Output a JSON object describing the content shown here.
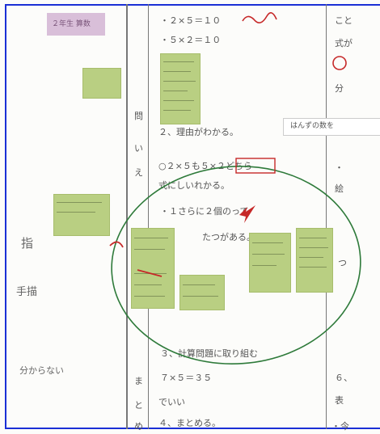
{
  "sheet": {
    "accent_color": "#1a2fd6",
    "sticky_color": "#b9cf82"
  },
  "printed": {
    "p1": "・２×５＝１０",
    "p2": "・５×２＝１０",
    "p3": "２、理由がわかる。",
    "p4": "○２×５も５×２どちら",
    "p5": "式にしいれかる。",
    "p6": "・１さらに２個のって",
    "p7": "たつがある。",
    "p8": "３、計算問題に取り組む",
    "p9": "７×５＝３５",
    "p10": "でいい",
    "p11": "４、まとめる。",
    "banner": "はんずの数を",
    "r1": "こと",
    "r2": "式が",
    "r3": "分",
    "r4": "・",
    "r5": "絵",
    "r6": "つ",
    "r7": "６、",
    "r8": "表",
    "r9": "・今",
    "col1": "問",
    "col2": "い",
    "col3": "え",
    "col4": "ま",
    "col5": "と",
    "col6": "め"
  },
  "handwriting": {
    "hw1": "指",
    "hw2": "手描",
    "hw3": "分からない"
  },
  "title_stamp": "２年生 算数"
}
